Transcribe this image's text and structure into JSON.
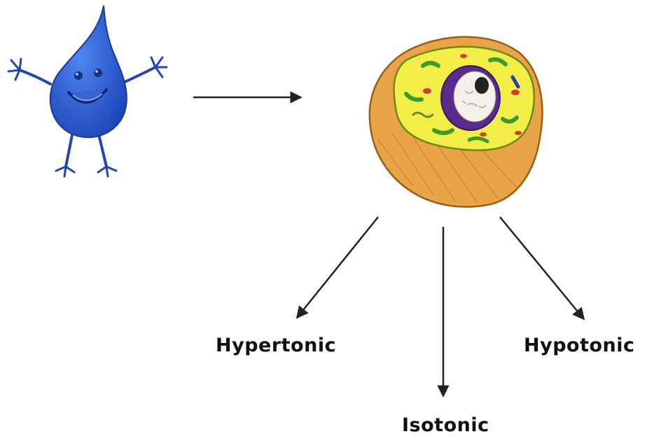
{
  "labels": {
    "hypertonic": "Hypertonic",
    "isotonic": "Isotonic",
    "hypotonic": "Hypotonic"
  },
  "colors": {
    "water_drop": "#2a5de0",
    "cell_wall": "#e49a3c",
    "cytoplasm": "#f4ef4a",
    "nucleus": "#5a2a8c",
    "arrow": "#222222"
  },
  "icons": {
    "water_drop": "water-drop-character-icon",
    "cell": "plant-cell-icon"
  }
}
